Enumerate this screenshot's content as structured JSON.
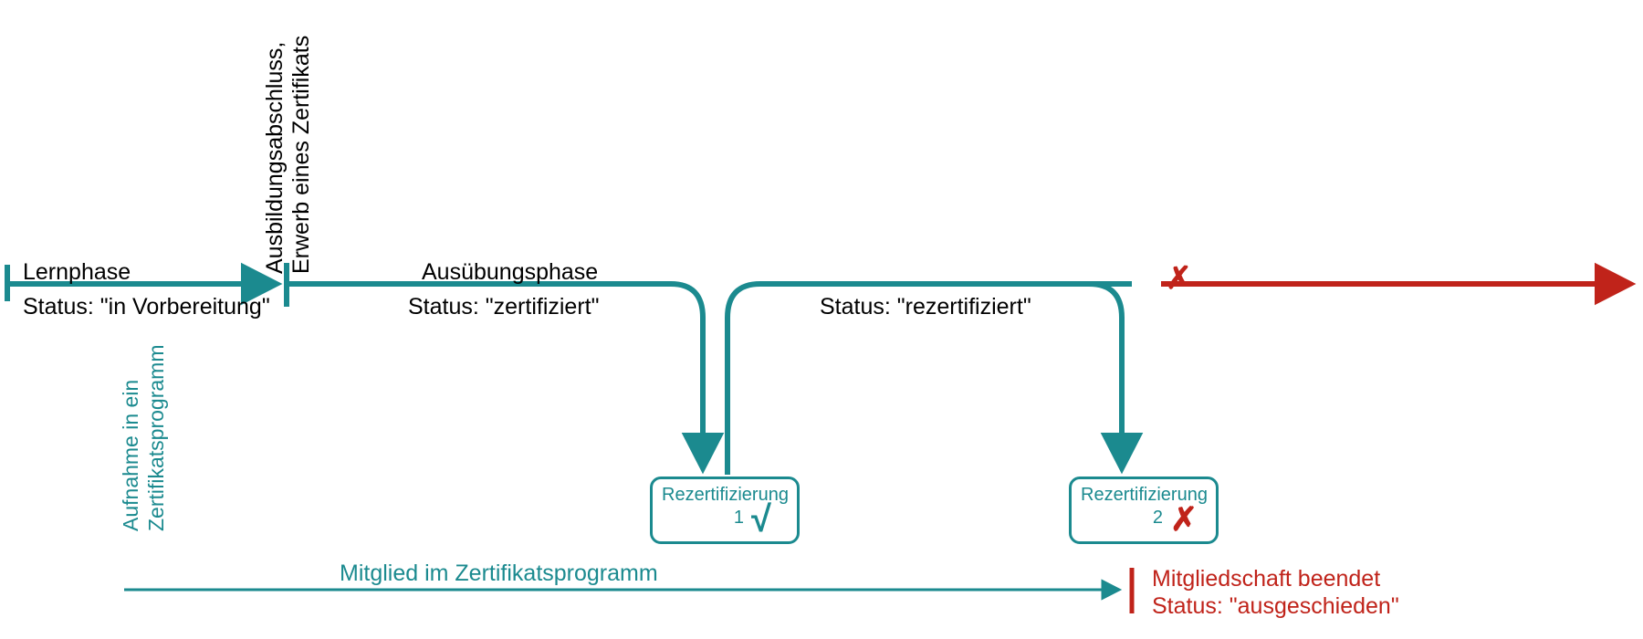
{
  "diagram": {
    "title_hidden": "Zertifikatsprogramm Lebenszyklus Zeitstrahl",
    "colors": {
      "teal": "#1B8A8F",
      "red": "#C0231A",
      "black": "#000000"
    },
    "phases": [
      {
        "name": "Lernphase",
        "status": "Status: \"in Vorbereitung\""
      },
      {
        "name": "Ausübungsphase",
        "status": "Status: \"zertifiziert\""
      },
      {
        "name": "",
        "status": "Status: \"rezertifiziert\""
      }
    ],
    "milestone_vertical": {
      "line1": "Ausbildungsabschluss,",
      "line2": "Erwerb eines Zertifikats"
    },
    "entry_vertical": {
      "line1": "Aufnahme in ein",
      "line2": "Zertifikatsprogramm"
    },
    "recert_boxes": [
      {
        "label": "Rezertifizierung",
        "number": "1",
        "mark": "√",
        "mark_state": "pass"
      },
      {
        "label": "Rezertifizierung",
        "number": "2",
        "mark": "✗",
        "mark_state": "fail"
      }
    ],
    "membership": {
      "label": "Mitglied im Zertifikatsprogramm",
      "end_line1": "Mitgliedschaft beendet",
      "end_line2": "Status: \"ausgeschieden\""
    },
    "failure_marker": "✗"
  }
}
